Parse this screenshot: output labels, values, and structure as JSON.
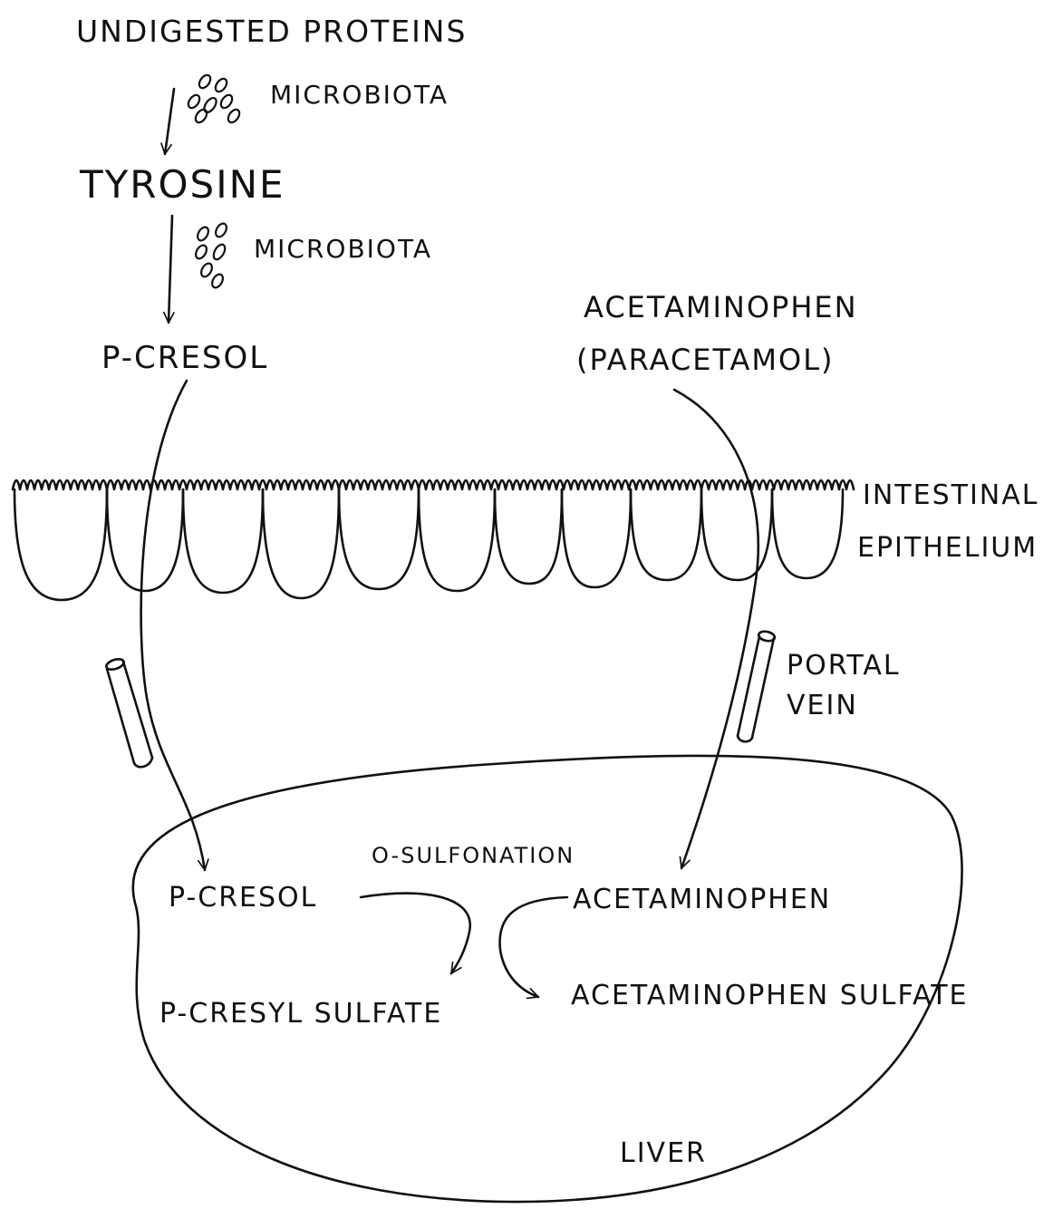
{
  "labels": {
    "undigested_proteins": "UNDIGESTED PROTEINS",
    "microbiota_1": "MICROBIOTA",
    "tyrosine": "TYROSINE",
    "microbiota_2": "MICROBIOTA",
    "p_cresol_gut": "P-CRESOL",
    "acetaminophen_line1": "ACETAMINOPHEN",
    "acetaminophen_line2": "(PARACETAMOL)",
    "intestinal_line1": "INTESTINAL",
    "intestinal_line2": "EPITHELIUM",
    "portal_line1": "PORTAL",
    "portal_line2": "VEIN",
    "p_cresol_liver": "P-CRESOL",
    "o_sulfonation": "O-SULFONATION",
    "acetaminophen_liver": "ACETAMINOPHEN",
    "p_cresyl_sulfate": "P-CRESYL SULFATE",
    "acetaminophen_sulfate": "ACETAMINOPHEN SULFATE",
    "liver": "LIVER"
  }
}
